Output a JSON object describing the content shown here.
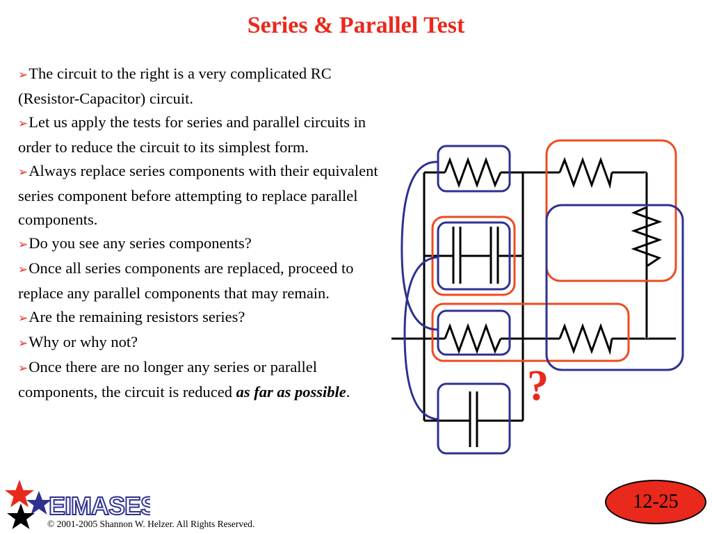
{
  "slide": {
    "title": "Series & Parallel Test",
    "bullets": [
      {
        "text": "The circuit to the right is a very complicated RC (Resistor-Capacitor) circuit."
      },
      {
        "text": "Let us apply the tests for series and parallel circuits in order to reduce the circuit to its simplest form."
      },
      {
        "text": "Always replace series components with their equivalent series component before attempting to replace parallel components."
      },
      {
        "text": "Do you see any series components?"
      },
      {
        "text": "Once all series components are replaced, proceed to replace any parallel components that may remain."
      },
      {
        "text": "Are the remaining resistors series?"
      },
      {
        "text": "Why or why not?"
      },
      {
        "text": "Once there are no longer any series or parallel components, the circuit is reduced ",
        "emphasis": "as far as possible",
        "suffix": "."
      }
    ],
    "question_mark": "?",
    "logo_text": "EIMASES",
    "copyright": "© 2001-2005 Shannon W. Helzer.  All Rights Reserved.",
    "page_number": "12-25"
  },
  "colors": {
    "accent_red": "#e8291c",
    "navy": "#2e3190",
    "orange_red": "#f04a1e"
  }
}
